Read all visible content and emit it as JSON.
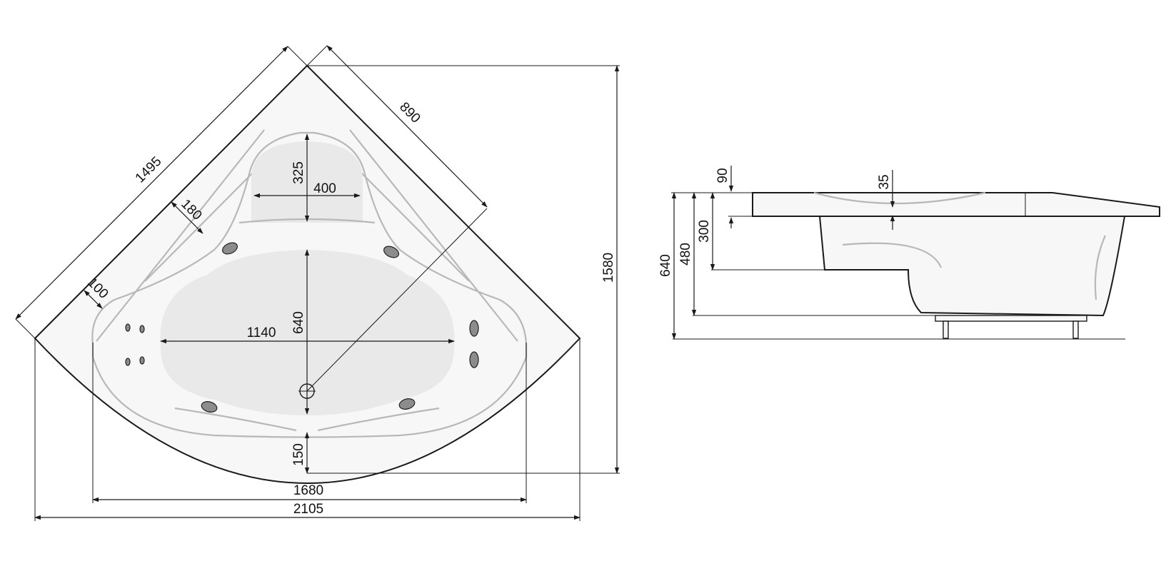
{
  "top_view": {
    "dimensions": {
      "side_length": "1495",
      "diagonal_depth": "890",
      "total_depth": "1580",
      "headrest_depth": "325",
      "headrest_width": "400",
      "rim_width": "180",
      "rim_edge": "100",
      "basin_width": "1140",
      "basin_depth": "640",
      "front_rim": "150",
      "inner_width": "1680",
      "overall_width": "2105"
    }
  },
  "side_view": {
    "dimensions": {
      "rim_thickness": "90",
      "rim_offset": "35",
      "seat_height": "300",
      "basin_height": "480",
      "total_height": "640"
    }
  },
  "colors": {
    "outline": "#1a1a1a",
    "inner_lines": "#b8b8b8",
    "jets": "#8c8c8c"
  }
}
